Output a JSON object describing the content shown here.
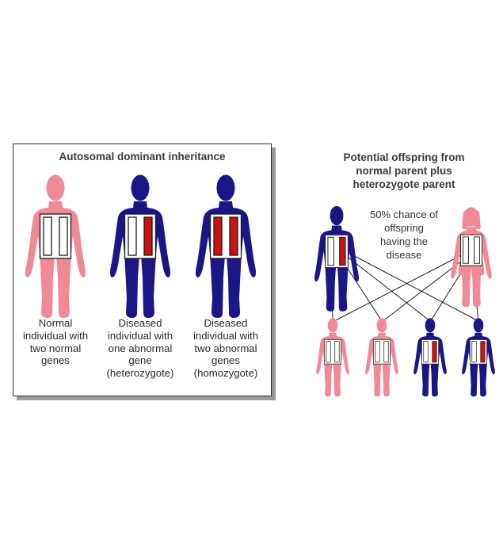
{
  "left_panel": {
    "title": "Autosomal dominant inheritance",
    "figures": [
      {
        "caption": [
          "Normal",
          "individual with",
          "two normal",
          "genes"
        ],
        "body_color": "#f08a96",
        "genes": [
          "white",
          "white"
        ]
      },
      {
        "caption": [
          "Diseased",
          "individual with",
          "one abnormal",
          "gene",
          "(heterozygote)"
        ],
        "body_color": "#1c1585",
        "genes": [
          "white",
          "red"
        ]
      },
      {
        "caption": [
          "Diseased",
          "individual with",
          "two abnormal",
          "genes",
          "(homozygote)"
        ],
        "body_color": "#1c1585",
        "genes": [
          "red",
          "red"
        ]
      }
    ]
  },
  "right_panel": {
    "title": [
      "Potential offspring from",
      "normal parent plus",
      "heterozygote parent"
    ],
    "chance_text": [
      "50% chance of",
      "offspring",
      "having the",
      "disease"
    ],
    "parents": [
      {
        "sex": "male",
        "status": "heterozygote",
        "body_color": "#1c1585"
      },
      {
        "sex": "female",
        "status": "normal",
        "body_color": "#f08a96"
      }
    ],
    "offspring": [
      {
        "status": "normal",
        "body_color": "#f08a96"
      },
      {
        "status": "normal",
        "body_color": "#f08a96"
      },
      {
        "status": "heterozygote",
        "body_color": "#1c1585"
      },
      {
        "status": "heterozygote",
        "body_color": "#1c1585"
      }
    ]
  },
  "colors": {
    "normal_body": "#f08a96",
    "affected_body": "#1c1585",
    "normal_gene": "#ffffff",
    "abnormal_gene": "#cc1111"
  }
}
